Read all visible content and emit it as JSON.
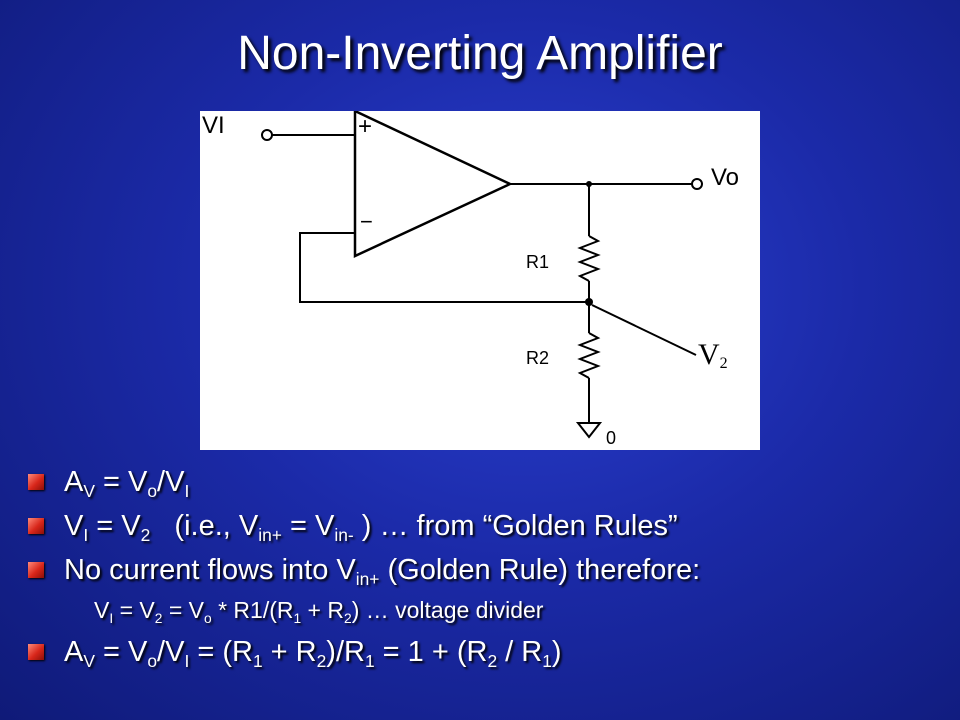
{
  "slide": {
    "title": "Non-Inverting Amplifier"
  },
  "diagram": {
    "label_vi": "VI",
    "label_vo": "Vo",
    "plus_sign": "+",
    "minus_sign": "−",
    "label_r1": "R1",
    "label_r2": "R2",
    "label_ground": "0",
    "label_v2": "V",
    "label_v2_sub": "2"
  },
  "bullets": {
    "b1": {
      "a": "A",
      "b": "V",
      "c": " = V",
      "d": "o",
      "e": "/V",
      "f": "I"
    },
    "b2": {
      "a": "V",
      "b": "I",
      "c": " = V",
      "d": "2",
      "e": "   (i.e., V",
      "f": "in+",
      "g": " = V",
      "h": "in-",
      "i": " ) … from “Golden Rules”"
    },
    "b3": {
      "a": "No current flows into V",
      "b": "in+",
      "c": " (Golden Rule) therefore:"
    },
    "sub": {
      "a": "V",
      "b": "I",
      "c": " = V",
      "d": "2",
      "e": " = V",
      "f": "o",
      "g": " * R1/(R",
      "h": "1",
      "i": " + R",
      "j": "2",
      "k": ") … voltage divider"
    },
    "b4": {
      "a": "A",
      "b": "V",
      "c": " = V",
      "d": "o",
      "e": "/V",
      "f": "I",
      "g": " = (R",
      "h": "1",
      "i": " + R",
      "j": "2",
      "k": ")/R",
      "l": "1",
      "m": " = 1 + (R",
      "n": "2",
      "o": " / R",
      "p": "1",
      "q": ")"
    }
  },
  "colors": {
    "background": "#1b2aa8",
    "bullet_marker": "#d8261a",
    "text": "#ffffff"
  }
}
